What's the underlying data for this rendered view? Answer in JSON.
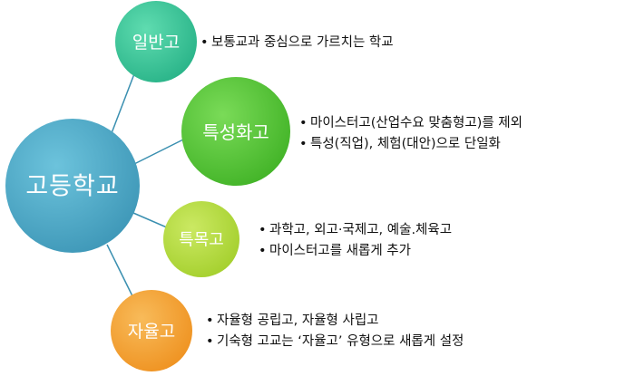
{
  "center": {
    "label": "고등학교",
    "color": "#4aa8c6"
  },
  "branches": [
    {
      "id": "general",
      "label": "일반고",
      "color": "#38c59b",
      "bullets": [
        "보통교과 중심으로 가르치는 학교"
      ]
    },
    {
      "id": "specialized",
      "label": "특성화고",
      "color": "#54c638",
      "bullets": [
        "마이스터고(산업수요 맞춤형고)를 제외",
        "특성(직업), 체험(대안)으로 단일화"
      ]
    },
    {
      "id": "special-purpose",
      "label": "특목고",
      "color": "#b5dc3e",
      "bullets": [
        "과학고, 외고·국제고, 예술.체육고",
        "마이스터고를 새롭게 추가"
      ]
    },
    {
      "id": "autonomous",
      "label": "자율고",
      "color": "#f5a236",
      "bullets": [
        "자율형 공립고, 자율형 사립고",
        "기숙형 고교는 ‘자율고’ 유형으로 새롭게 설정"
      ]
    }
  ],
  "bullet_symbol": "•"
}
